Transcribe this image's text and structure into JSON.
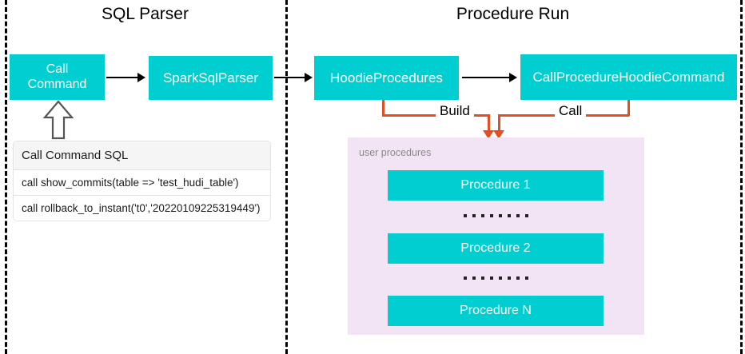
{
  "sections": [
    {
      "title": "SQL Parser"
    },
    {
      "title": "Procedure Run"
    }
  ],
  "nodes": {
    "call_command": "Call\nCommand",
    "call_command_line1": "Call",
    "call_command_line2": "Command",
    "spark_sql_parser": "SparkSqlParser",
    "hoodie_procedures": "HoodieProcedures",
    "call_procedure_hoodie_command": "CallProcedureHoodieCommand"
  },
  "sql_list": {
    "header": "Call Command SQL",
    "rows": [
      "call show_commits(table => 'test_hudi_table')",
      "call rollback_to_instant('t0','20220109225319449')"
    ]
  },
  "edges": {
    "build_label": "Build",
    "call_label": "Call"
  },
  "user_procedures": {
    "label": "user procedures",
    "items": [
      "Procedure 1",
      "Procedure 2",
      "Procedure N"
    ],
    "ellipsis_dot_count": 8
  },
  "colors": {
    "node_teal": "#00CED1",
    "panel_purple": "#F2E4F4",
    "connector_orange": "#E34F22",
    "arrow_black": "#000000",
    "label_gray": "#8a8a8a"
  },
  "icons": {
    "hollow_up_arrow": "hollow-up-arrow-icon",
    "arrow_right": "arrow-right-icon",
    "arrow_down": "arrow-down-icon"
  }
}
